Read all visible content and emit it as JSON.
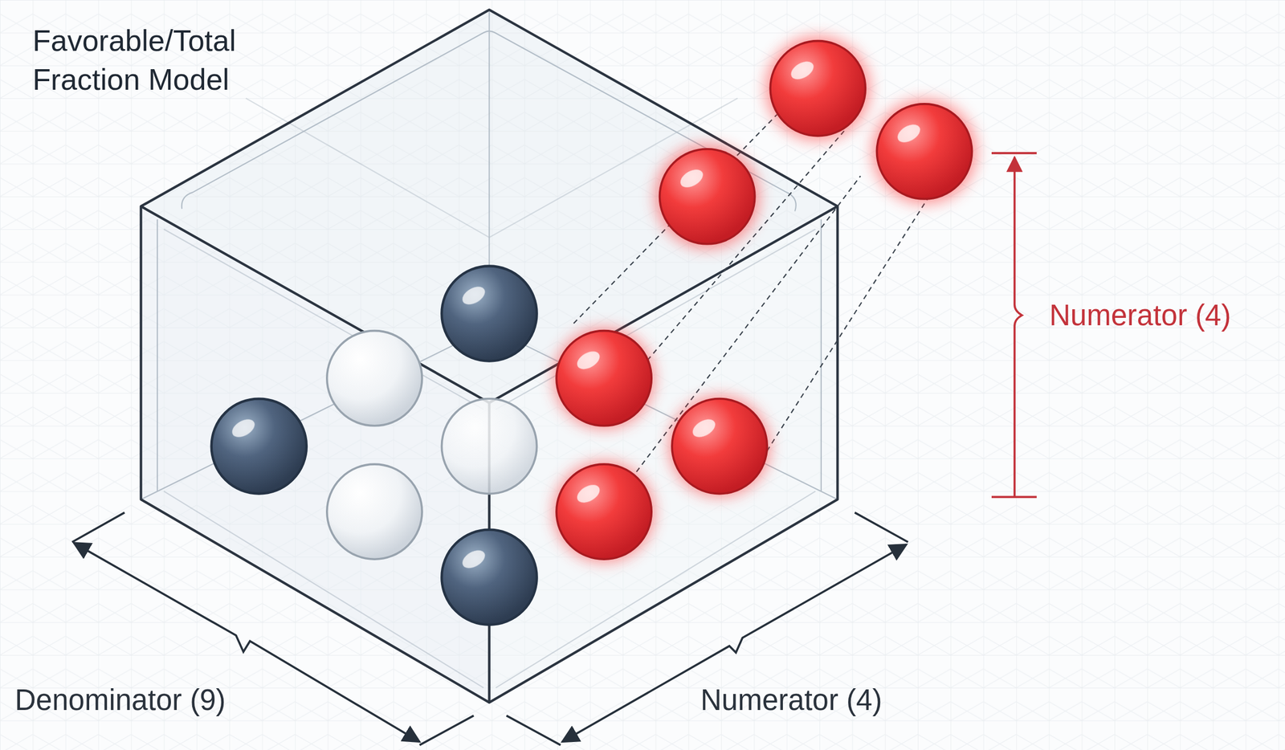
{
  "diagram": {
    "title": "Favorable/Total Fraction Model",
    "labels": [
      "Numerator (4)",
      "Denominator (9)",
      "Numerator (4)"
    ]
  }
}
